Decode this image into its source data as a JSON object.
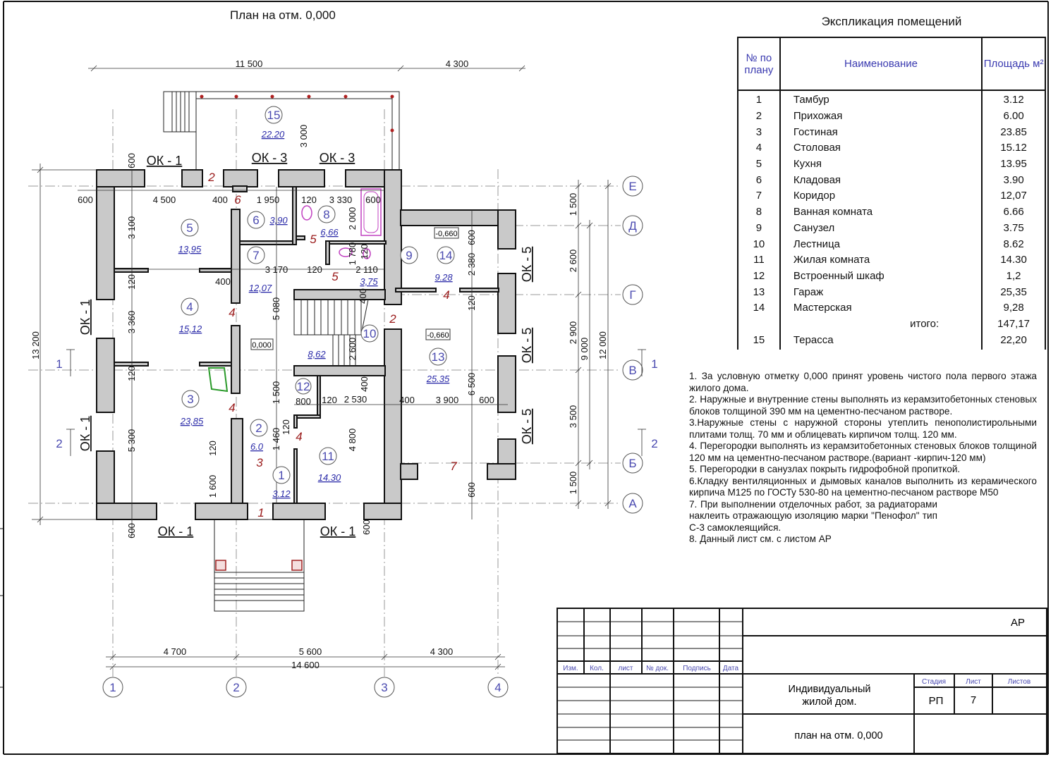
{
  "sheet_title": "План на отм. 0,000",
  "plan": {
    "rooms": [
      {
        "num": "15",
        "area": "22.20"
      },
      {
        "num": "5",
        "area": "13,95"
      },
      {
        "num": "6",
        "area": "3,90"
      },
      {
        "num": "8",
        "area": "6,66"
      },
      {
        "num": "7",
        "area": "12,07"
      },
      {
        "num": "9",
        "area": "3,75"
      },
      {
        "num": "14",
        "area": "9.28"
      },
      {
        "num": "4",
        "area": "15,12"
      },
      {
        "num": "10",
        "area": "8,62"
      },
      {
        "num": "13",
        "area": "25.35"
      },
      {
        "num": "12",
        "area": ""
      },
      {
        "num": "3",
        "area": "23,85"
      },
      {
        "num": "2",
        "area": "6.0"
      },
      {
        "num": "1",
        "area": "3.12"
      },
      {
        "num": "11",
        "area": "14.30"
      }
    ],
    "doors": [
      "2",
      "6",
      "5",
      "5",
      "4",
      "4",
      "4",
      "3",
      "1",
      "2",
      "4",
      "7"
    ],
    "windows": [
      "ОК - 1",
      "ОК - 3",
      "ОК - 3",
      "ОК - 1",
      "ОК - 1",
      "ОК - 1",
      "ОК - 1",
      "ОК - 5",
      "ОК - 5",
      "ОК - 5"
    ],
    "levels": [
      "0,000",
      "-0,660",
      "-0,660"
    ],
    "axes": {
      "cols": [
        "1",
        "2",
        "3",
        "4"
      ],
      "rows": [
        "Е",
        "Д",
        "Г",
        "В",
        "Б",
        "А"
      ]
    },
    "sections": [
      "1",
      "1",
      "2",
      "2"
    ],
    "dims": {
      "top": [
        "11 500",
        "4 300"
      ],
      "bottom": [
        "4 700",
        "5 600",
        "4 300",
        "14 600"
      ],
      "left": "13 200",
      "right": [
        "1 500",
        "2 600",
        "2 900",
        "3 500",
        "1 500",
        "9 000",
        "12 000"
      ],
      "inner": [
        "600",
        "4 500",
        "400",
        "1 950",
        "120",
        "3 330",
        "600",
        "3 100",
        "120",
        "3 360",
        "120",
        "5 300",
        "600",
        "600",
        "400",
        "3 170",
        "120",
        "2 110",
        "2 000",
        "1 780",
        "120",
        "400",
        "5 080",
        "2 600",
        "1 500",
        "1 460",
        "120",
        "120",
        "1 600",
        "800",
        "120",
        "2 530",
        "400",
        "4 800",
        "400",
        "3 900",
        "600",
        "600",
        "2 380",
        "120",
        "6 500",
        "600",
        "600",
        "3 000"
      ]
    }
  },
  "explication": {
    "title": "Экспликация помещений",
    "headers": [
      "№ по плану",
      "Наименование",
      "Площадь м²"
    ],
    "rows": [
      {
        "no": "1",
        "name": "Тамбур",
        "area": "3.12"
      },
      {
        "no": "2",
        "name": "Прихожая",
        "area": "6.00"
      },
      {
        "no": "3",
        "name": "Гостиная",
        "area": "23.85"
      },
      {
        "no": "4",
        "name": "Столовая",
        "area": "15.12"
      },
      {
        "no": "5",
        "name": "Кухня",
        "area": "13.95"
      },
      {
        "no": "6",
        "name": "Кладовая",
        "area": "3.90"
      },
      {
        "no": "7",
        "name": "Коридор",
        "area": "12,07"
      },
      {
        "no": "8",
        "name": "Ванная комната",
        "area": "6.66"
      },
      {
        "no": "9",
        "name": "Санузел",
        "area": "3.75"
      },
      {
        "no": "10",
        "name": "Лестница",
        "area": "8.62"
      },
      {
        "no": "11",
        "name": "Жилая комната",
        "area": "14.30"
      },
      {
        "no": "12",
        "name": "Встроенный шкаф",
        "area": "1,2"
      },
      {
        "no": "13",
        "name": "Гараж",
        "area": "25,35"
      },
      {
        "no": "14",
        "name": "Мастерская",
        "area": "9,28"
      }
    ],
    "total_label": "итого:",
    "total": "147,17",
    "extra": {
      "no": "15",
      "name": "Терасса",
      "area": "22,20"
    }
  },
  "notes": [
    "1.   За условную отметку 0,000 принят уровень чистого пола первого этажа жилого дома.",
    "2.   Наружные и внутренние стены  выполнять из керамзитобетонных стеновых блоков толщиной 390 мм на цементно-песчаном  растворе.",
    "3.Наружные стены  с наружной стороны утеплить пенополистирольными плитами толщ. 70 мм и облицевать кирпичом толщ. 120 мм.",
    "4. Перегородки выполнять из керамзитобетонных  стеновых блоков толщиной 120 мм на цементно-песчаном  растворе.(вариант -кирпич-120 мм)",
    "5. Перегородки в санузлах   покрыть гидрофобной пропиткой.",
    "6.Кладку  вентиляционных  и  дымовых    каналов  выполнить  из керамического кирпича М125 по ГОСТу 530-80 на цементно-песчаном растворе М50",
    "7.  При  выполнении  отделочных  работ,  за  радиаторами наклеить отражающую изоляцию марки \"Пенофол\" тип С-3 самоклеящийся.",
    "8. Данный лист см. с листом АР"
  ],
  "title_block": {
    "code": "АР",
    "columns": [
      "Изм.",
      "Кол.",
      "лист",
      "№ док.",
      "Подпись",
      "Дата"
    ],
    "project": [
      "Индивидуальный",
      "жилой дом."
    ],
    "stage_label": "Стадия",
    "sheet_label": "Лист",
    "sheets_label": "Листов",
    "stage": "РП",
    "sheet": "7",
    "sheet_name": "план на отм. 0,000"
  }
}
